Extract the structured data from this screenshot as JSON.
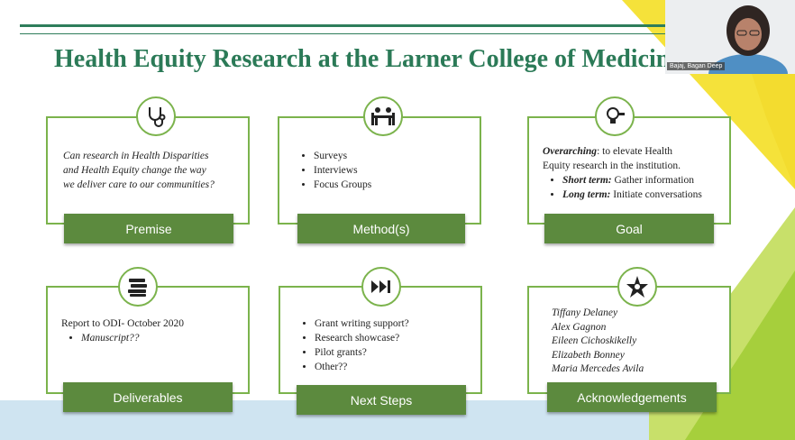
{
  "slide": {
    "title": "Health Equity Research at the Larner College of Medicine",
    "colors": {
      "title": "#2b7a57",
      "card_border": "#7bb34c",
      "label_bg": "#5c8a3e",
      "accent_yellow": "#f5e23a",
      "accent_green": "#a6cf3c",
      "bottom_blue": "#cfe4f1"
    }
  },
  "cards": {
    "premise": {
      "icon": "stethoscope-icon",
      "label": "Premise",
      "text_lines": [
        "Can research in Health Disparities",
        "and Health Equity change the way",
        "we deliver care to our communities?"
      ]
    },
    "methods": {
      "icon": "meeting-icon",
      "label": "Method(s)",
      "items": [
        "Surveys",
        "Interviews",
        "Focus Groups"
      ]
    },
    "goal": {
      "icon": "lightbulb-icon",
      "label": "Goal",
      "overarching_label": "Overarching",
      "overarching_text": ": to elevate Health",
      "overarching_text_2": "Equity research in the institution.",
      "short_term_label": "Short term:",
      "short_term_text": " Gather information",
      "long_term_label": "Long term:",
      "long_term_text": " Initiate conversations"
    },
    "deliverables": {
      "icon": "books-icon",
      "label": "Deliverables",
      "line1": "Report to ODI- October 2020",
      "item": "Manuscript??"
    },
    "next_steps": {
      "icon": "fast-forward-icon",
      "label": "Next Steps",
      "items": [
        "Grant writing support?",
        "Research showcase?",
        "Pilot grants?",
        "Other??"
      ]
    },
    "acknowledgements": {
      "icon": "team-star-icon",
      "label": "Acknowledgements",
      "names": [
        "Tiffany Delaney",
        "Alex Gagnon",
        "Eileen Cichoskikelly",
        "Elizabeth Bonney",
        "Maria Mercedes Avila"
      ]
    }
  },
  "webcam": {
    "name": "Bajaj, Bagan Deep"
  }
}
